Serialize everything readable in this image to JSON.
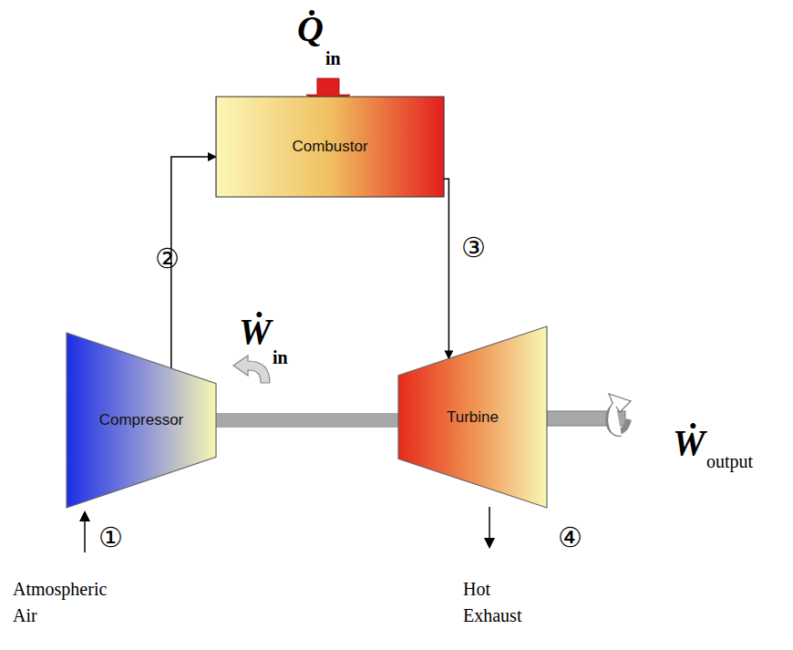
{
  "diagram": {
    "nodes": [
      {
        "text": [
          "Combustor"
        ]
      },
      {
        "text": [
          "Compressor"
        ]
      },
      {
        "text": [
          "Turbine"
        ]
      }
    ],
    "edges": [
      {
        "from": 1,
        "to": 0,
        "arrow": "to"
      },
      {
        "from": 0,
        "to": 2,
        "arrow": "to"
      },
      {
        "from": 1,
        "to": 2,
        "arrow": "none"
      }
    ],
    "labels": [
      "Q̇",
      "in",
      "①",
      "②",
      "③",
      "④",
      "Ẇ",
      "in",
      "Ẇ",
      "output",
      "Atmospheric Air",
      "Hot Exhaust"
    ]
  }
}
